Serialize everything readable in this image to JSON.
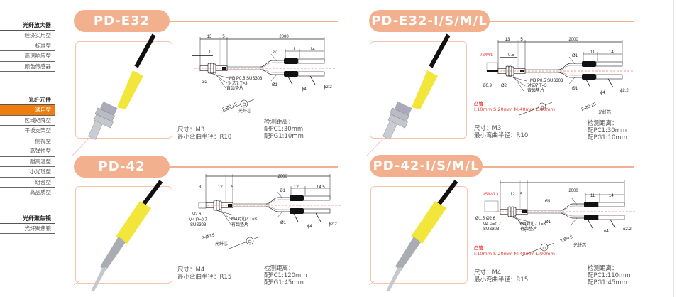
{
  "sidebar": {
    "groups": [
      {
        "title": "光纤放大器",
        "items": [
          "经济实用型",
          "标准型",
          "高速响应型",
          "颜色传感器"
        ]
      },
      {
        "title": "光纤元件",
        "items": [
          "通用型",
          "区域矩阵型",
          "平板支架型",
          "侧视型",
          "高弹性型",
          "耐高温型",
          "小光斑型",
          "组合型",
          "高品质型"
        ],
        "active": "通用型"
      },
      {
        "title": "光纤聚焦镜",
        "items": [
          "光纤聚焦镜"
        ]
      }
    ]
  },
  "colors": {
    "accent": "#f3b08f",
    "active": "#ee7d0f",
    "red": "#e8382f"
  },
  "products": [
    {
      "title": "PD-E32",
      "size": "尺寸：M3",
      "bend": "最小弯曲半径：R10",
      "detect_label": "检测距离：",
      "pc1": "配PC1:30mm",
      "pg1": "配PG1:10mm",
      "dims": {
        "d1": "13",
        "d2": "5",
        "len": "2000",
        "tip": "1",
        "a": "11",
        "b": "14",
        "o1": "Ø1",
        "o1b": "Ø1",
        "o2": "Ø2",
        "thread": "M3 P0.5  SUS303",
        "nut": "对边7 T=3",
        "washer": "背齿垫片",
        "phi4": "ϕ4",
        "phi22": "ϕ2.2",
        "core": "2-Ø0.15",
        "core_label": "光纤芯"
      }
    },
    {
      "title": "PD-E32-I/S/M/L",
      "size": "尺寸：M3",
      "bend": "最小弯曲半径：R10",
      "detect_label": "检测距离：",
      "pc1": "配PC1:30mm",
      "pg1": "配PG1:10mm",
      "tube": "凸管",
      "tube_spec": "I:10mm  S:20mm  M:40mm  L:90mm",
      "dims": {
        "d1": "13",
        "d2": "5",
        "len": "2000",
        "tip": "0.5",
        "variant": "I/S/M/L",
        "a": "11",
        "b": "14",
        "o09": "Ø0.9",
        "o1": "Ø1",
        "o1b": "Ø1",
        "o2": "Ø2",
        "thread": "M3 P0.5  SUS303",
        "nut": "对边7 T=3",
        "washer": "背齿垫片",
        "phi4": "ϕ4",
        "phi22": "ϕ2.2",
        "core": "2-Ø0.25",
        "core_label": "光纤芯"
      }
    },
    {
      "title": "PD-42",
      "size": "尺寸：M4",
      "bend": "最小弯曲半径：R15",
      "detect_label": "检测距离：",
      "pc1": "配PC1:120mm",
      "pg1": "配PG1:45mm",
      "dims": {
        "d0": "3",
        "d1": "12",
        "d2": "5",
        "len": "2000",
        "a": "12",
        "b": "14.5",
        "o1": "Ø1",
        "o1b": "Ø1",
        "m26": "M2.6",
        "thread": "M4 P=0.7",
        "mat": "SUS303",
        "nut": "M4对边7 T=3",
        "washer": "有齿垫片",
        "phi4": "ϕ4",
        "phi22": "ϕ2.2",
        "core": "2-Ø0.5",
        "core_label": "光纤芯"
      }
    },
    {
      "title": "PD-42-I/S/M/L",
      "size": "尺寸：M4",
      "bend": "最小弯曲半径：R15",
      "detect_label": "检测距离：",
      "pc1": "配PC1:110mm",
      "pg1": "配PG1:45mm",
      "tube": "凸管",
      "tube_spec": "I:10mm  S:20mm  M:40mm  L:90mm",
      "dims": {
        "variant": "I/S/M/L3",
        "d1": "12",
        "d2": "5",
        "len": "2000",
        "a": "11",
        "b": "14",
        "o1": "Ø1",
        "o1b": "Ø1",
        "o15": "Ø1.5",
        "o26": "Ø2.6",
        "thread": "M4 P=0.7",
        "mat": "SUS303",
        "nut": "M4对边7 T=3",
        "washer": "有齿垫片",
        "phi4": "ϕ4",
        "phi22": "ϕ2.2",
        "core": "2-Ø0.5",
        "core_label": "光纤芯"
      }
    }
  ]
}
